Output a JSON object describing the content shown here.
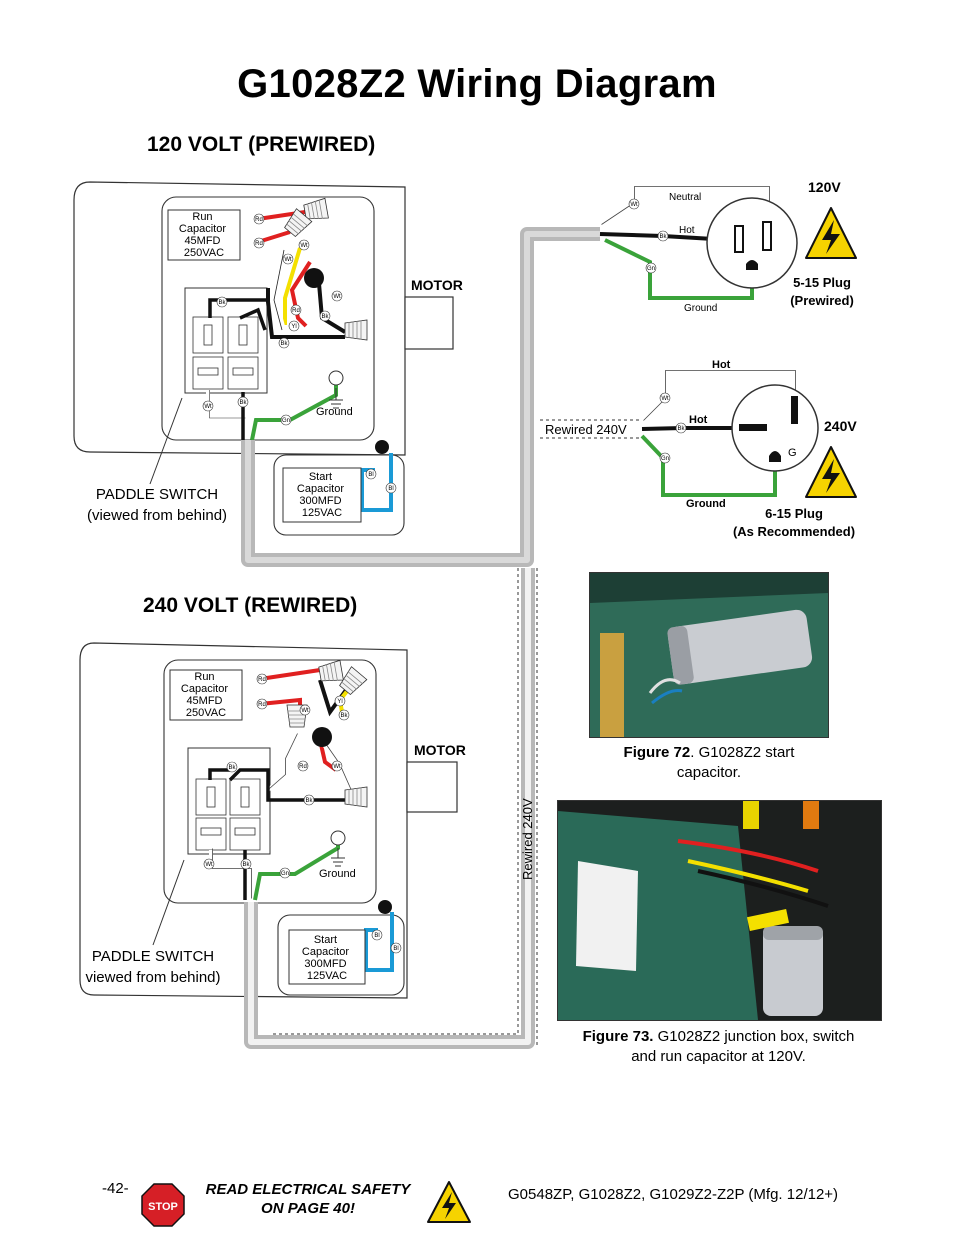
{
  "page": {
    "title": "G1028Z2 Wiring Diagram",
    "page_number": "-42-",
    "model_line": "G0548ZP, G1028Z2, G1029Z2-Z2P (Mfg. 12/12+)",
    "safety_notice_line1": "READ ELECTRICAL SAFETY",
    "safety_notice_line2": "ON PAGE 40!",
    "stop_sign_text": "STOP"
  },
  "sections": {
    "v120": {
      "title": "120 VOLT (PREWIRED)",
      "run_cap": [
        "Run",
        "Capacitor",
        "45MFD",
        "250VAC"
      ],
      "start_cap": [
        "Start",
        "Capacitor",
        "300MFD",
        "125VAC"
      ],
      "ground_label": "Ground",
      "motor_label": "MOTOR",
      "switch_label_1": "PADDLE SWITCH",
      "switch_label_2": "(viewed from behind)"
    },
    "v240": {
      "title": "240 VOLT (REWIRED)",
      "run_cap": [
        "Run",
        "Capacitor",
        "45MFD",
        "250VAC"
      ],
      "start_cap": [
        "Start",
        "Capacitor",
        "300MFD",
        "125VAC"
      ],
      "ground_label": "Ground",
      "motor_label": "MOTOR",
      "switch_label_1": "PADDLE SWITCH",
      "switch_label_2": "viewed from behind)"
    }
  },
  "plugs": {
    "p120": {
      "voltage": "120V",
      "neutral": "Neutral",
      "hot": "Hot",
      "ground": "Ground",
      "name_1": "5-15 Plug",
      "name_2": "(Prewired)"
    },
    "p240": {
      "voltage": "240V",
      "hot_top": "Hot",
      "hot_mid": "Hot",
      "ground": "Ground",
      "g_letter": "G",
      "name_1": "6-15 Plug",
      "name_2": "(As Recommended)",
      "rewired_label": "Rewired 240V"
    }
  },
  "cord_vertical_label": "Rewired 240V",
  "wire_codes": {
    "red": "Rd",
    "white": "Wt",
    "black": "Bk",
    "yellow": "Yl",
    "green": "Gn",
    "blue": "Bl"
  },
  "figures": {
    "fig72": {
      "label": "Figure 72",
      "text_1": ". G1028Z2 start",
      "text_2": "capacitor."
    },
    "fig73": {
      "label": "Figure 73.",
      "text_1": " G1028Z2 junction box, switch",
      "text_2": "and run capacitor at 120V."
    }
  },
  "colors": {
    "red_wire": "#e02020",
    "black_wire": "#111111",
    "white_wire": "#ffffff",
    "yellow_wire": "#f4e000",
    "green_wire": "#3aa33a",
    "blue_wire": "#1a9ad6",
    "cord_gray": "#b8b8b8",
    "warning_yellow": "#f6d300",
    "stop_red": "#d61f26"
  }
}
